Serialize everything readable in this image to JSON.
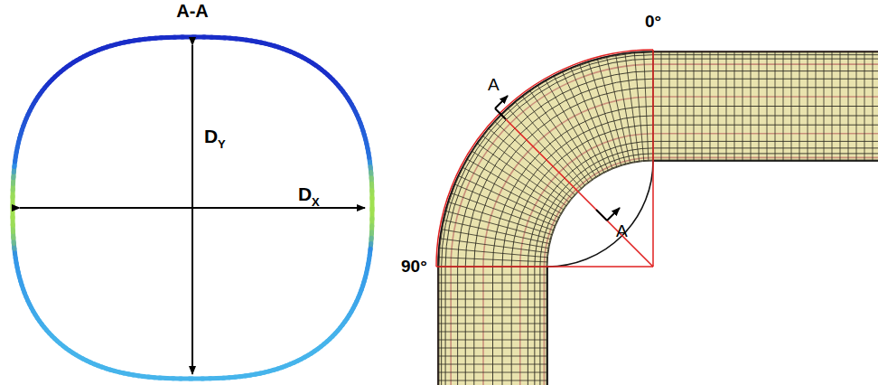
{
  "diagram": {
    "labels": [
      "A-A",
      "D",
      "Y",
      "D",
      "X",
      "0°",
      "90°",
      "A",
      "A"
    ]
  }
}
